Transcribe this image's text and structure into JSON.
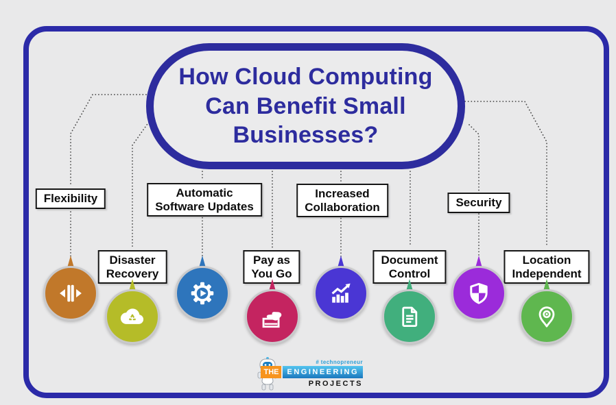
{
  "page": {
    "background": "#e9e9ea",
    "frame_color": "#2b2aa8"
  },
  "title": {
    "text": "How Cloud Computing\nCan Benefit Small\nBusinesses?",
    "color": "#2d2c9e"
  },
  "items": [
    {
      "label": "Flexibility",
      "icon": "flexibility-icon",
      "color": "#c1782a"
    },
    {
      "label": "Disaster\nRecovery",
      "icon": "cloud-recycle-icon",
      "color": "#b5bc28"
    },
    {
      "label": "Automatic\nSoftware Updates",
      "icon": "gear-play-icon",
      "color": "#2e75bc"
    },
    {
      "label": "Pay as\nYou Go",
      "icon": "hand-payment-icon",
      "color": "#c42460"
    },
    {
      "label": "Increased\nCollaboration",
      "icon": "growth-chart-icon",
      "color": "#4a36d4"
    },
    {
      "label": "Document\nControl",
      "icon": "document-icon",
      "color": "#41af7d"
    },
    {
      "label": "Security",
      "icon": "shield-icon",
      "color": "#9b2bda"
    },
    {
      "label": "Location\nIndependent",
      "icon": "location-pin-icon",
      "color": "#5fb74f"
    }
  ],
  "logo": {
    "hashtag": "# technopreneur",
    "word_the": "THE",
    "word_engineering": "ENGINEERING",
    "word_projects": "PROJECTS"
  }
}
